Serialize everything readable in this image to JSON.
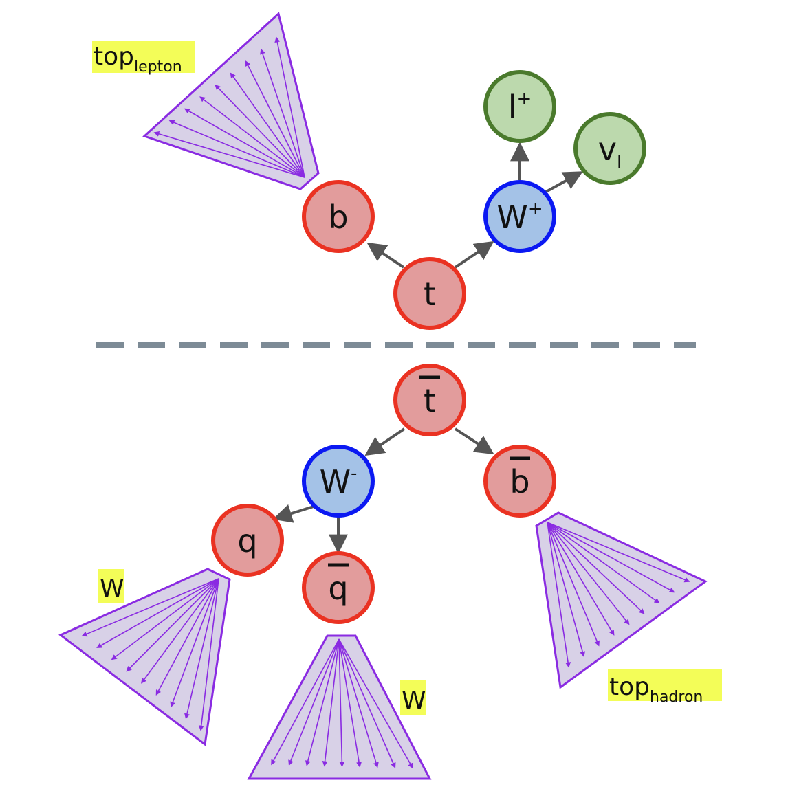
{
  "colors": {
    "red_fill": "#e29c9c",
    "red_stroke": "#ea3222",
    "blue_fill": "#a4c2e7",
    "blue_stroke": "#0b19f2",
    "green_fill": "#bcd9ad",
    "green_stroke": "#4a7a2c",
    "jet_fill": "#d8d1e7",
    "jet_stroke": "#8a2be2",
    "arrow": "#555555",
    "divider": "#7d8b96",
    "label_bg": "#f3fd58"
  },
  "nodes": {
    "t": {
      "main": "t",
      "sup": "",
      "sub": "",
      "bar": false
    },
    "b": {
      "main": "b",
      "sup": "",
      "sub": "",
      "bar": false
    },
    "w_plus": {
      "main": "W",
      "sup": "+",
      "sub": "",
      "bar": false
    },
    "l_plus": {
      "main": "l",
      "sup": "+",
      "sub": "",
      "bar": false
    },
    "nu_l": {
      "main": "v",
      "sup": "",
      "sub": "l",
      "bar": false
    },
    "tbar": {
      "main": "t",
      "sup": "",
      "sub": "",
      "bar": true
    },
    "w_minus": {
      "main": "W",
      "sup": "-",
      "sub": "",
      "bar": false
    },
    "bbar": {
      "main": "b",
      "sup": "",
      "sub": "",
      "bar": true
    },
    "q": {
      "main": "q",
      "sup": "",
      "sub": "",
      "bar": false
    },
    "qbar": {
      "main": "q",
      "sup": "",
      "sub": "",
      "bar": true
    }
  },
  "labels": {
    "top_lepton": {
      "main": "top",
      "sub": "lepton"
    },
    "w_left": {
      "main": "W",
      "sub": ""
    },
    "w_bottom": {
      "main": "W",
      "sub": ""
    },
    "top_hadron": {
      "main": "top",
      "sub": "hadron"
    }
  }
}
